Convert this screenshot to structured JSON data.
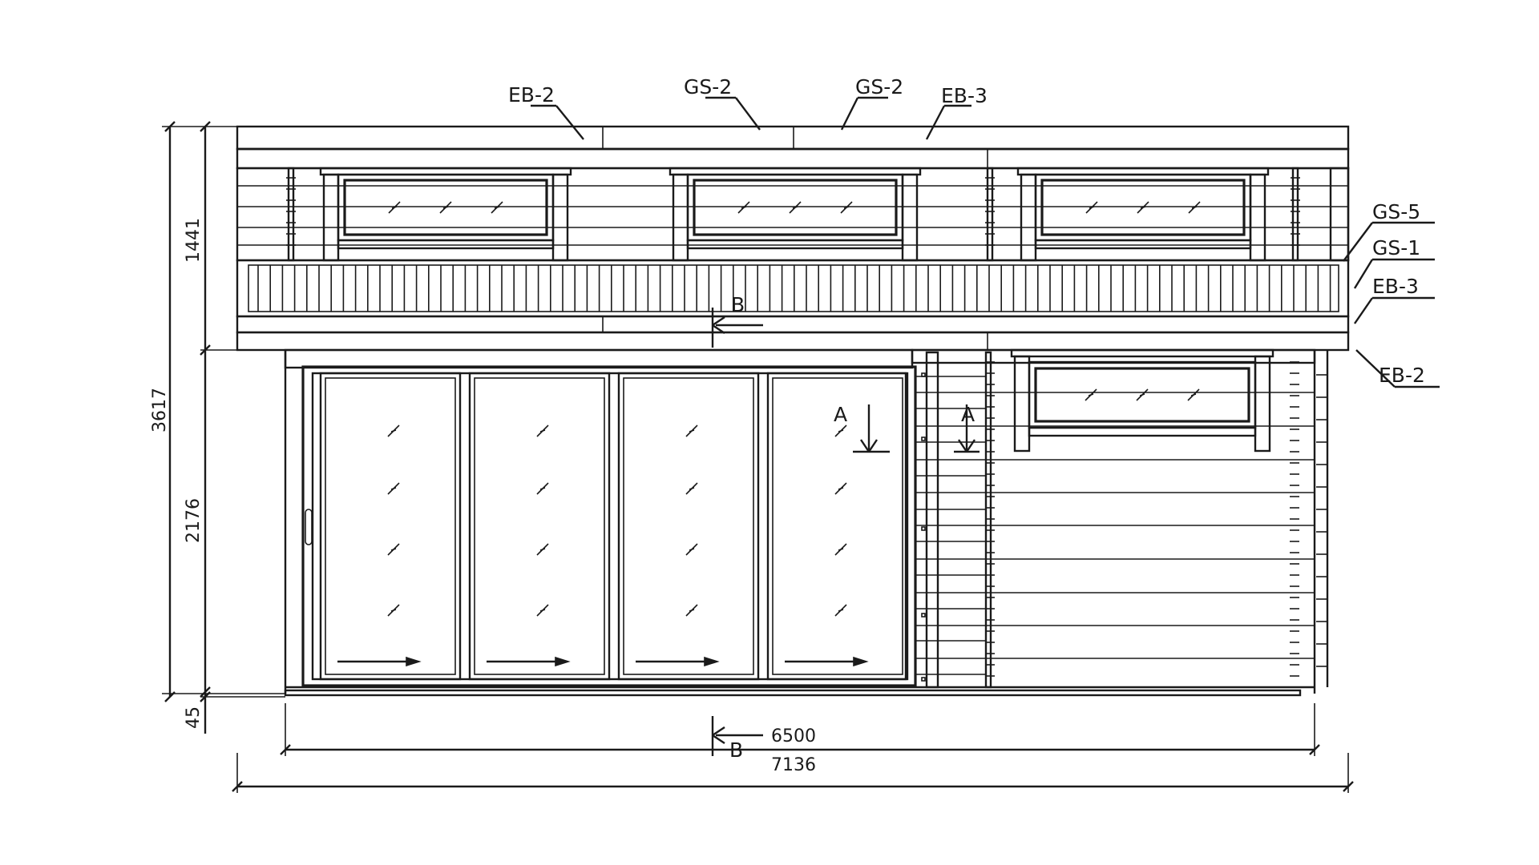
{
  "dimensions": {
    "total_height": "3617",
    "upper_height": "1441",
    "lower_height": "2176",
    "base_height": "45",
    "inner_width": "6500",
    "total_width": "7136"
  },
  "callouts": {
    "eb2_top": "EB-2",
    "gs2_left": "GS-2",
    "gs2_right": "GS-2",
    "eb3_top": "EB-3",
    "gs5": "GS-5",
    "gs1": "GS-1",
    "eb3_right": "EB-3",
    "eb2_right": "EB-2"
  },
  "sections": {
    "b_upper": "B",
    "b_lower": "B",
    "a_left": "A",
    "a_right": "A"
  },
  "colors": {
    "line": "#1a1a1a",
    "background": "#ffffff"
  }
}
